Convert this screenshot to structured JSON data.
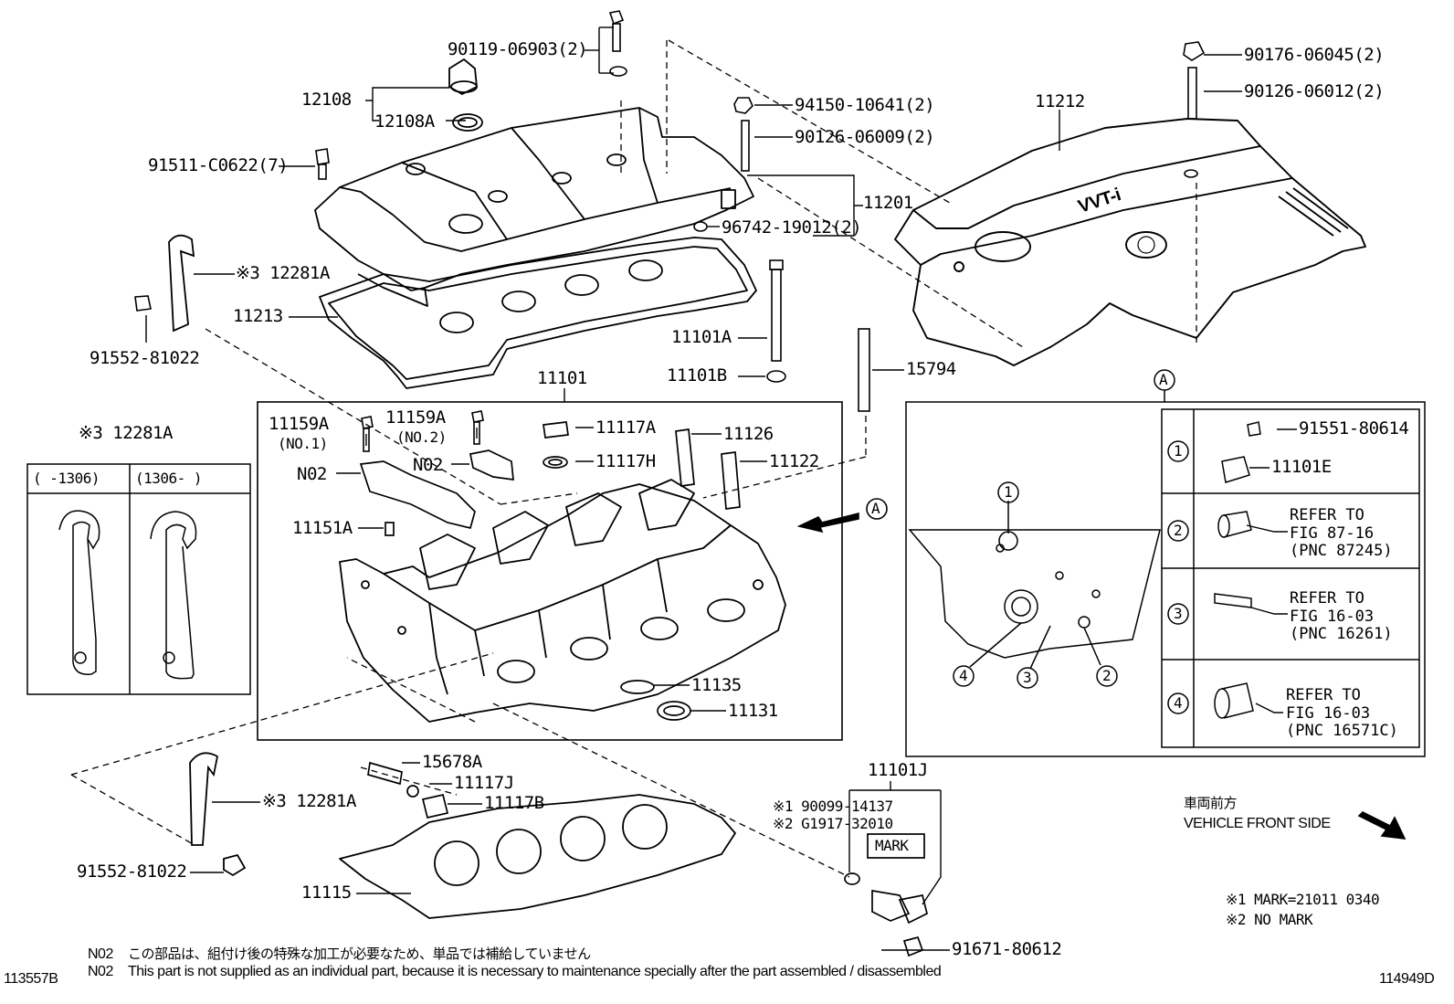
{
  "labels": {
    "p90119": "90119-06903(2)",
    "p12108": "12108",
    "p12108A": "12108A",
    "p91511": "91511-C0622(7)",
    "p94150": "94150-10641(2)",
    "p90126a": "90126-06009(2)",
    "p11201": "11201",
    "p96742": "96742-19012(2)",
    "p12281A_top": "※3 12281A",
    "p91552_top": "91552-81022",
    "p11213": "11213",
    "p11101A": "11101A",
    "p11101B": "11101B",
    "p15794": "15794",
    "p90176": "90176-06045(2)",
    "p90126b": "90126-06012(2)",
    "p11212": "11212",
    "p11101": "11101",
    "p11159A_1": "11159A",
    "p11159A_1s": "(NO.1)",
    "p11159A_2": "11159A",
    "p11159A_2s": "(NO.2)",
    "p11117A": "11117A",
    "p11126": "11126",
    "p11117H": "11117H",
    "p11122": "11122",
    "pN02a": "N02",
    "pN02b": "N02",
    "p11151A": "11151A",
    "p11135": "11135",
    "p11131": "11131",
    "p12281A_box": "※3 12281A",
    "box_col1": "(   -1306)",
    "box_col2": "(1306-    )",
    "callout_A_arrow": "A",
    "callout_A_top": "A",
    "p15678A": "15678A",
    "p11117J": "11117J",
    "p11117B": "11117B",
    "p12281A_bot": "※3 12281A",
    "p91552_bot": "91552-81022",
    "p11115": "11115",
    "p11101J": "11101J",
    "p190099": "※1 90099-14137",
    "p2G1917": "※2 G1917-32010",
    "mark": "MARK",
    "p91671": "91671-80612",
    "p91551": "91551-80614",
    "p11101E": "11101E",
    "refer2": "REFER TO\nFIG 87-16\n(PNC 87245)",
    "refer3": "REFER TO\nFIG 16-03\n(PNC 16261)",
    "refer4": "REFER TO\nFIG 16-03\n(PNC 16571C)",
    "row1": "1",
    "row2": "2",
    "row3": "3",
    "row4": "4",
    "dtl1": "1",
    "dtl2": "2",
    "dtl3": "3",
    "dtl4": "4",
    "front_jp": "車両前方",
    "front_en": "VEHICLE FRONT SIDE",
    "note1": "※1 MARK=21011 0340",
    "note2": "※2 NO MARK",
    "n02_jp_code": "N02",
    "n02_jp": "この部品は、組付け後の特殊な加工が必要なため、単品では補給していません",
    "n02_en_code": "N02",
    "n02_en": "This part is not supplied as an individual part, because it is necessary to maintenance specially after the part assembled / disassembled",
    "code_left": "113557B",
    "code_right": "114949D",
    "logo": "VVT-i"
  }
}
